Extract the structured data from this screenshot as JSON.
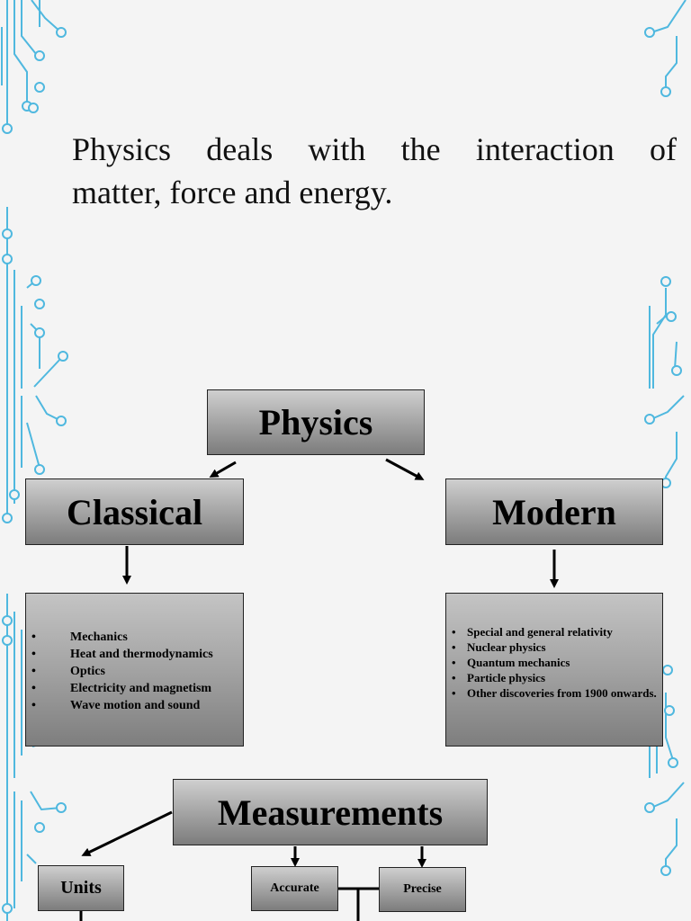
{
  "intro": {
    "line1": "Physics  deals with the interaction of",
    "line2": "matter, force and energy."
  },
  "diagram": {
    "root": "Physics",
    "classical": {
      "label": "Classical",
      "items": [
        "Mechanics",
        "Heat and thermodynamics",
        "Optics",
        "Electricity and magnetism",
        "Wave motion and sound"
      ]
    },
    "modern": {
      "label": "Modern",
      "items": [
        "Special and general relativity",
        "Nuclear physics",
        "Quantum mechanics",
        "Particle physics",
        "Other discoveries from 1900 onwards."
      ]
    },
    "measurements": {
      "label": "Measurements",
      "units": "Units",
      "accurate": "Accurate",
      "precise": "Precise"
    }
  },
  "colors": {
    "background": "#f4f4f4",
    "circuit": "#4fb8df",
    "box_top": "#cfcfcf",
    "box_bottom": "#7c7c7c"
  }
}
